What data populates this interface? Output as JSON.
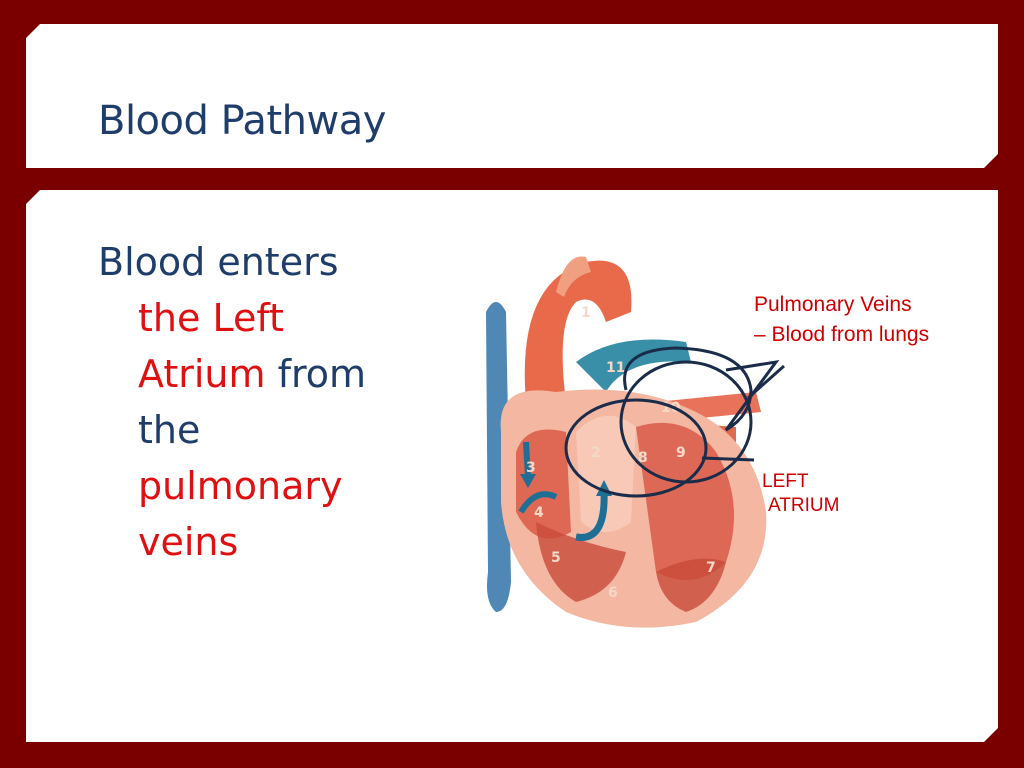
{
  "slide": {
    "title": "Blood Pathway",
    "body": {
      "line1": "Blood enters",
      "line2": "the Left",
      "line3_red": "Atrium",
      "line3_rest": " from",
      "line4": "the",
      "line5": "pulmonary",
      "line6": "veins"
    },
    "callouts": {
      "pulmonary_line1": "Pulmonary Veins",
      "pulmonary_line2": "– Blood from lungs",
      "atrium_line1": "LEFT",
      "atrium_line2": "ATRIUM"
    },
    "heart_labels": [
      "1",
      "11",
      "10",
      "2",
      "3",
      "4",
      "5",
      "6",
      "7",
      "8",
      "9"
    ]
  },
  "colors": {
    "border": "#7a0000",
    "title_text": "#1f3d6b",
    "highlight": "#e01010",
    "callout_text": "#cc0000",
    "callout_outline": "#1a2c4a"
  }
}
